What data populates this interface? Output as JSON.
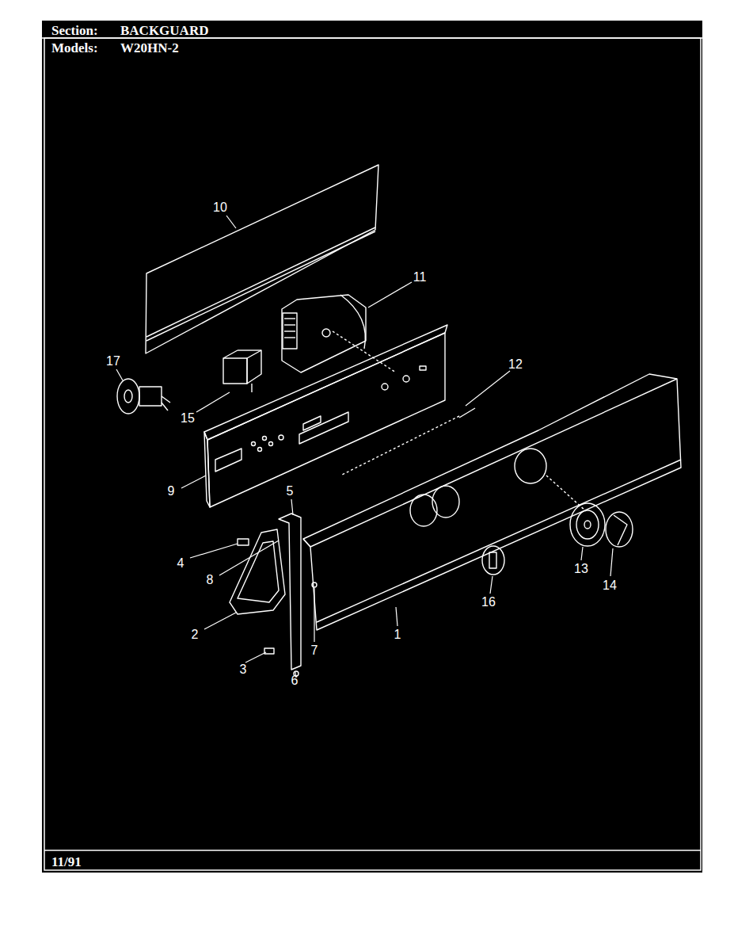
{
  "diagram": {
    "labels": [
      "Section:",
      "BACKGUARD",
      "Models:",
      "W20HN-2",
      "10",
      "11",
      "17",
      "12",
      "15",
      "9",
      "5",
      "4",
      "8",
      "2",
      "3",
      "6",
      "7",
      "1",
      "16",
      "13",
      "14",
      "11/91"
    ]
  }
}
